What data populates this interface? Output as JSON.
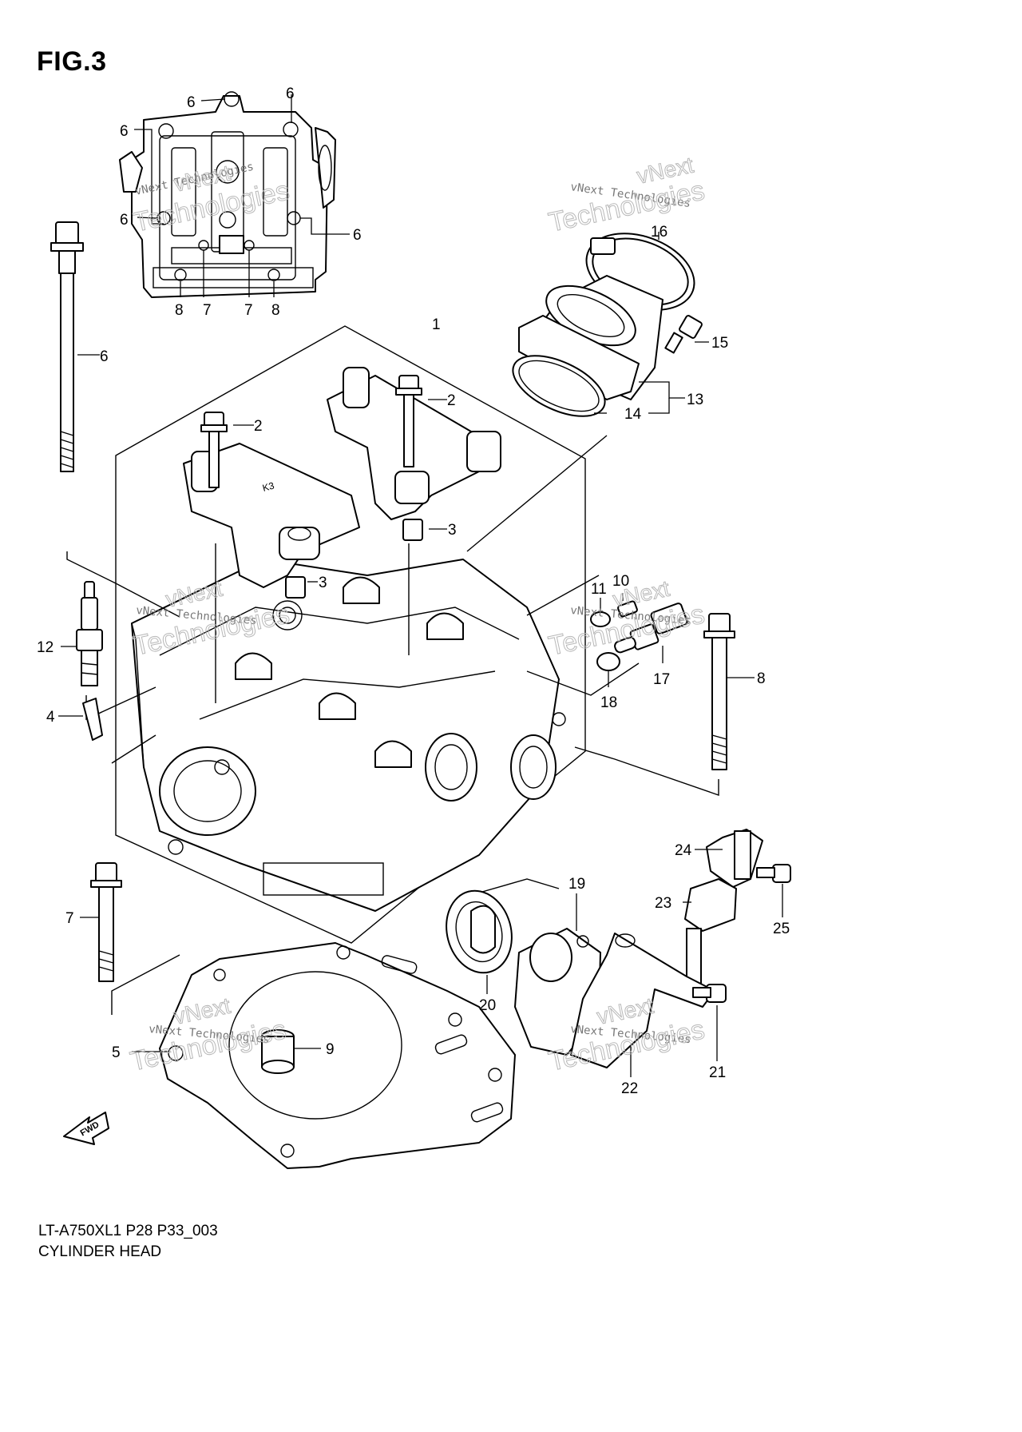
{
  "figure": {
    "title": "FIG.3",
    "code": "LT-A750XL1 P28 P33_003",
    "caption": "CYLINDER HEAD",
    "fwd_badge": "FWD"
  },
  "watermark": {
    "small": "vNext Technologies",
    "large": "Technologies",
    "outline_top": "vNext"
  },
  "callouts": [
    {
      "id": "c6a",
      "text": "6"
    },
    {
      "id": "c6b",
      "text": "6"
    },
    {
      "id": "c6c",
      "text": "6"
    },
    {
      "id": "c6d",
      "text": "6"
    },
    {
      "id": "c6e",
      "text": "6"
    },
    {
      "id": "c6f",
      "text": "6"
    },
    {
      "id": "c8a",
      "text": "8"
    },
    {
      "id": "c7a",
      "text": "7"
    },
    {
      "id": "c7b",
      "text": "7"
    },
    {
      "id": "c8b",
      "text": "8"
    },
    {
      "id": "c1",
      "text": "1"
    },
    {
      "id": "c2a",
      "text": "2"
    },
    {
      "id": "c2b",
      "text": "2"
    },
    {
      "id": "c3a",
      "text": "3"
    },
    {
      "id": "c3b",
      "text": "3"
    },
    {
      "id": "c16",
      "text": "16"
    },
    {
      "id": "c15",
      "text": "15"
    },
    {
      "id": "c13",
      "text": "13"
    },
    {
      "id": "c14",
      "text": "14"
    },
    {
      "id": "c11",
      "text": "11"
    },
    {
      "id": "c10",
      "text": "10"
    },
    {
      "id": "c17",
      "text": "17"
    },
    {
      "id": "c18",
      "text": "18"
    },
    {
      "id": "c8c",
      "text": "8"
    },
    {
      "id": "c12",
      "text": "12"
    },
    {
      "id": "c4",
      "text": "4"
    },
    {
      "id": "c24",
      "text": "24"
    },
    {
      "id": "c23",
      "text": "23"
    },
    {
      "id": "c25",
      "text": "25"
    },
    {
      "id": "c19",
      "text": "19"
    },
    {
      "id": "c20",
      "text": "20"
    },
    {
      "id": "c21",
      "text": "21"
    },
    {
      "id": "c22",
      "text": "22"
    },
    {
      "id": "c7c",
      "text": "7"
    },
    {
      "id": "c5",
      "text": "5"
    },
    {
      "id": "c9",
      "text": "9"
    }
  ]
}
